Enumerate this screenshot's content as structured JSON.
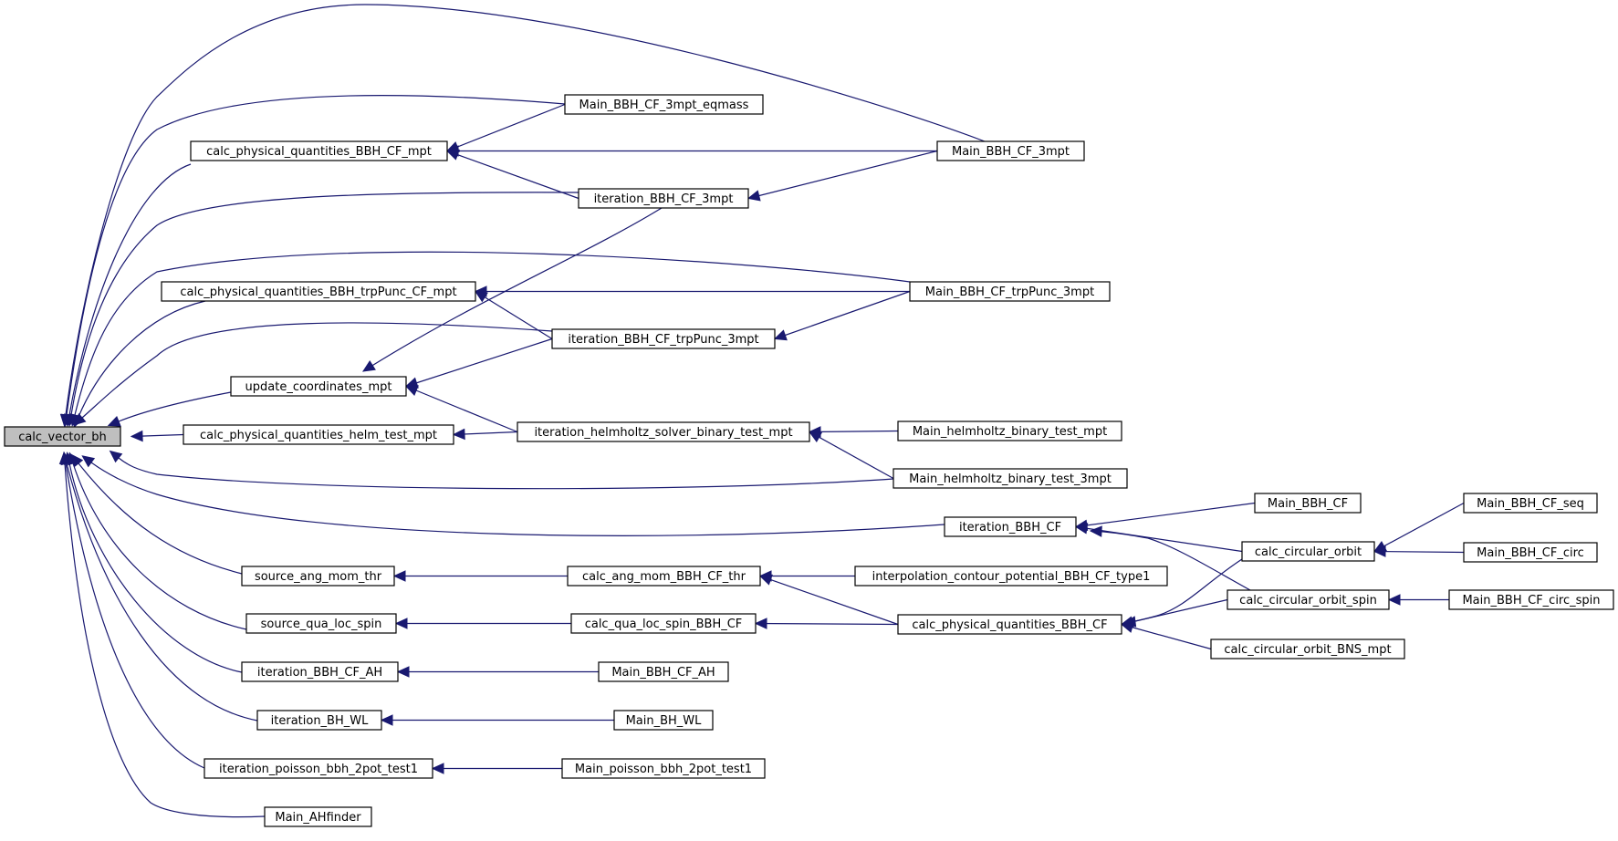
{
  "graph": {
    "nodes": [
      {
        "id": "calc_vector_bh",
        "label": "calc_vector_bh",
        "root": true
      },
      {
        "id": "calc_physical_quantities_BBH_CF_mpt",
        "label": "calc_physical_quantities_BBH_CF_mpt"
      },
      {
        "id": "Main_BBH_CF_3mpt_eqmass",
        "label": "Main_BBH_CF_3mpt_eqmass"
      },
      {
        "id": "Main_BBH_CF_3mpt",
        "label": "Main_BBH_CF_3mpt"
      },
      {
        "id": "iteration_BBH_CF_3mpt",
        "label": "iteration_BBH_CF_3mpt"
      },
      {
        "id": "calc_physical_quantities_BBH_trpPunc_CF_mpt",
        "label": "calc_physical_quantities_BBH_trpPunc_CF_mpt"
      },
      {
        "id": "Main_BBH_CF_trpPunc_3mpt",
        "label": "Main_BBH_CF_trpPunc_3mpt"
      },
      {
        "id": "iteration_BBH_CF_trpPunc_3mpt",
        "label": "iteration_BBH_CF_trpPunc_3mpt"
      },
      {
        "id": "update_coordinates_mpt",
        "label": "update_coordinates_mpt"
      },
      {
        "id": "calc_physical_quantities_helm_test_mpt",
        "label": "calc_physical_quantities_helm_test_mpt"
      },
      {
        "id": "iteration_helmholtz_solver_binary_test_mpt",
        "label": "iteration_helmholtz_solver_binary_test_mpt"
      },
      {
        "id": "Main_helmholtz_binary_test_mpt",
        "label": "Main_helmholtz_binary_test_mpt"
      },
      {
        "id": "Main_helmholtz_binary_test_3mpt",
        "label": "Main_helmholtz_binary_test_3mpt"
      },
      {
        "id": "iteration_BBH_CF",
        "label": "iteration_BBH_CF"
      },
      {
        "id": "Main_BBH_CF",
        "label": "Main_BBH_CF"
      },
      {
        "id": "calc_circular_orbit",
        "label": "calc_circular_orbit"
      },
      {
        "id": "Main_BBH_CF_seq",
        "label": "Main_BBH_CF_seq"
      },
      {
        "id": "Main_BBH_CF_circ",
        "label": "Main_BBH_CF_circ"
      },
      {
        "id": "source_ang_mom_thr",
        "label": "source_ang_mom_thr"
      },
      {
        "id": "calc_ang_mom_BBH_CF_thr",
        "label": "calc_ang_mom_BBH_CF_thr"
      },
      {
        "id": "interpolation_contour_potential_BBH_CF_type1",
        "label": "interpolation_contour_potential_BBH_CF_type1"
      },
      {
        "id": "calc_circular_orbit_spin",
        "label": "calc_circular_orbit_spin"
      },
      {
        "id": "Main_BBH_CF_circ_spin",
        "label": "Main_BBH_CF_circ_spin"
      },
      {
        "id": "source_qua_loc_spin",
        "label": "source_qua_loc_spin"
      },
      {
        "id": "calc_qua_loc_spin_BBH_CF",
        "label": "calc_qua_loc_spin_BBH_CF"
      },
      {
        "id": "calc_physical_quantities_BBH_CF",
        "label": "calc_physical_quantities_BBH_CF"
      },
      {
        "id": "calc_circular_orbit_BNS_mpt",
        "label": "calc_circular_orbit_BNS_mpt"
      },
      {
        "id": "iteration_BBH_CF_AH",
        "label": "iteration_BBH_CF_AH"
      },
      {
        "id": "Main_BBH_CF_AH",
        "label": "Main_BBH_CF_AH"
      },
      {
        "id": "iteration_BH_WL",
        "label": "iteration_BH_WL"
      },
      {
        "id": "Main_BH_WL",
        "label": "Main_BH_WL"
      },
      {
        "id": "iteration_poisson_bbh_2pot_test1",
        "label": "iteration_poisson_bbh_2pot_test1"
      },
      {
        "id": "Main_poisson_bbh_2pot_test1",
        "label": "Main_poisson_bbh_2pot_test1"
      },
      {
        "id": "Main_AHfinder",
        "label": "Main_AHfinder"
      }
    ],
    "edges": [
      {
        "from": "Main_BBH_CF_3mpt",
        "to": "calc_vector_bh"
      },
      {
        "from": "Main_BBH_CF_3mpt_eqmass",
        "to": "calc_vector_bh"
      },
      {
        "from": "calc_physical_quantities_BBH_CF_mpt",
        "to": "calc_vector_bh"
      },
      {
        "from": "iteration_BBH_CF_3mpt",
        "to": "calc_vector_bh"
      },
      {
        "from": "Main_BBH_CF_trpPunc_3mpt",
        "to": "calc_vector_bh"
      },
      {
        "from": "calc_physical_quantities_BBH_trpPunc_CF_mpt",
        "to": "calc_vector_bh"
      },
      {
        "from": "iteration_BBH_CF_trpPunc_3mpt",
        "to": "calc_vector_bh"
      },
      {
        "from": "update_coordinates_mpt",
        "to": "calc_vector_bh"
      },
      {
        "from": "calc_physical_quantities_helm_test_mpt",
        "to": "calc_vector_bh"
      },
      {
        "from": "Main_helmholtz_binary_test_3mpt",
        "to": "calc_vector_bh"
      },
      {
        "from": "iteration_BBH_CF",
        "to": "calc_vector_bh"
      },
      {
        "from": "source_ang_mom_thr",
        "to": "calc_vector_bh"
      },
      {
        "from": "source_qua_loc_spin",
        "to": "calc_vector_bh"
      },
      {
        "from": "iteration_BBH_CF_AH",
        "to": "calc_vector_bh"
      },
      {
        "from": "iteration_BH_WL",
        "to": "calc_vector_bh"
      },
      {
        "from": "iteration_poisson_bbh_2pot_test1",
        "to": "calc_vector_bh"
      },
      {
        "from": "Main_AHfinder",
        "to": "calc_vector_bh"
      },
      {
        "from": "Main_BBH_CF_3mpt_eqmass",
        "to": "calc_physical_quantities_BBH_CF_mpt"
      },
      {
        "from": "Main_BBH_CF_3mpt",
        "to": "calc_physical_quantities_BBH_CF_mpt"
      },
      {
        "from": "iteration_BBH_CF_3mpt",
        "to": "calc_physical_quantities_BBH_CF_mpt"
      },
      {
        "from": "Main_BBH_CF_3mpt",
        "to": "iteration_BBH_CF_3mpt"
      },
      {
        "from": "Main_BBH_CF_trpPunc_3mpt",
        "to": "calc_physical_quantities_BBH_trpPunc_CF_mpt"
      },
      {
        "from": "iteration_BBH_CF_trpPunc_3mpt",
        "to": "calc_physical_quantities_BBH_trpPunc_CF_mpt"
      },
      {
        "from": "Main_BBH_CF_trpPunc_3mpt",
        "to": "iteration_BBH_CF_trpPunc_3mpt"
      },
      {
        "from": "iteration_BBH_CF_3mpt",
        "to": "update_coordinates_mpt"
      },
      {
        "from": "iteration_BBH_CF_trpPunc_3mpt",
        "to": "update_coordinates_mpt"
      },
      {
        "from": "iteration_helmholtz_solver_binary_test_mpt",
        "to": "update_coordinates_mpt"
      },
      {
        "from": "iteration_helmholtz_solver_binary_test_mpt",
        "to": "calc_physical_quantities_helm_test_mpt"
      },
      {
        "from": "Main_helmholtz_binary_test_mpt",
        "to": "iteration_helmholtz_solver_binary_test_mpt"
      },
      {
        "from": "Main_helmholtz_binary_test_3mpt",
        "to": "iteration_helmholtz_solver_binary_test_mpt"
      },
      {
        "from": "Main_BBH_CF",
        "to": "iteration_BBH_CF"
      },
      {
        "from": "calc_circular_orbit",
        "to": "iteration_BBH_CF"
      },
      {
        "from": "calc_circular_orbit_spin",
        "to": "iteration_BBH_CF"
      },
      {
        "from": "Main_BBH_CF_seq",
        "to": "calc_circular_orbit"
      },
      {
        "from": "Main_BBH_CF_circ",
        "to": "calc_circular_orbit"
      },
      {
        "from": "Main_BBH_CF_circ_spin",
        "to": "calc_circular_orbit_spin"
      },
      {
        "from": "calc_ang_mom_BBH_CF_thr",
        "to": "source_ang_mom_thr"
      },
      {
        "from": "interpolation_contour_potential_BBH_CF_type1",
        "to": "calc_ang_mom_BBH_CF_thr"
      },
      {
        "from": "calc_physical_quantities_BBH_CF",
        "to": "calc_ang_mom_BBH_CF_thr"
      },
      {
        "from": "calc_qua_loc_spin_BBH_CF",
        "to": "source_qua_loc_spin"
      },
      {
        "from": "calc_physical_quantities_BBH_CF",
        "to": "calc_qua_loc_spin_BBH_CF"
      },
      {
        "from": "calc_circular_orbit",
        "to": "calc_physical_quantities_BBH_CF"
      },
      {
        "from": "calc_circular_orbit_spin",
        "to": "calc_physical_quantities_BBH_CF"
      },
      {
        "from": "calc_circular_orbit_BNS_mpt",
        "to": "calc_physical_quantities_BBH_CF"
      },
      {
        "from": "Main_BBH_CF_AH",
        "to": "iteration_BBH_CF_AH"
      },
      {
        "from": "Main_BH_WL",
        "to": "iteration_BH_WL"
      },
      {
        "from": "Main_poisson_bbh_2pot_test1",
        "to": "iteration_poisson_bbh_2pot_test1"
      }
    ]
  }
}
